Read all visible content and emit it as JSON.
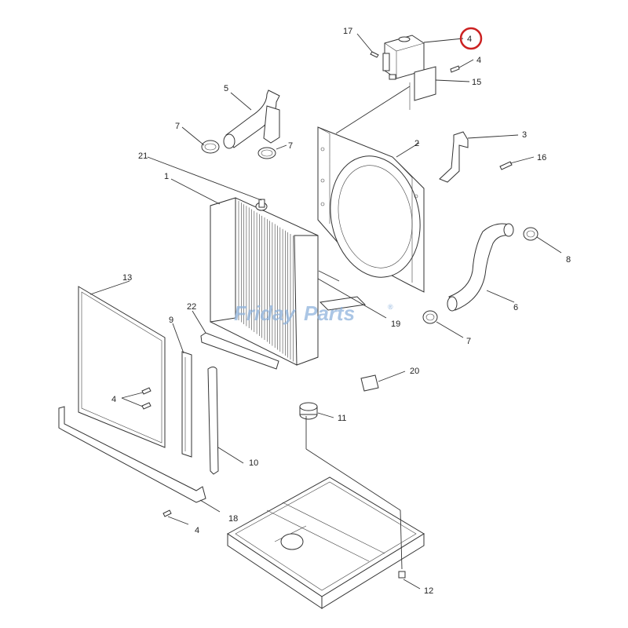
{
  "watermark": {
    "text_a": "Friday",
    "text_b": "Parts",
    "reg": "®"
  },
  "highlight_color": "#cc2222",
  "callouts": {
    "c1": "1",
    "c2": "2",
    "c3": "3",
    "c4_top": "4",
    "c4_right": "4",
    "c4_grille": "4",
    "c4_bottom": "4",
    "c5": "5",
    "c6": "6",
    "c7_left": "7",
    "c7_mid": "7",
    "c7_right": "7",
    "c8": "8",
    "c9": "9",
    "c10": "10",
    "c11": "11",
    "c12": "12",
    "c13": "13",
    "c15": "15",
    "c16": "16",
    "c17": "17",
    "c18": "18",
    "c19": "19",
    "c20": "20",
    "c21": "21",
    "c22": "22"
  }
}
